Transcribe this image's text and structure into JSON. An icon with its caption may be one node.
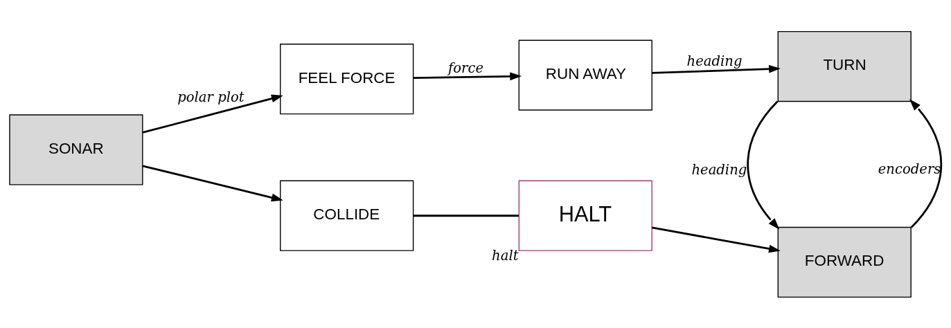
{
  "diagram": {
    "nodes": [
      {
        "text": [
          "SONAR"
        ]
      },
      {
        "text": [
          "FEEL FORCE"
        ]
      },
      {
        "text": [
          "RUN AWAY"
        ]
      },
      {
        "text": [
          "TURN"
        ]
      },
      {
        "text": [
          "COLLIDE"
        ]
      },
      {
        "text": [
          "HALT"
        ],
        "beside": [
          "halt"
        ]
      },
      {
        "text": [
          "FORWARD"
        ]
      }
    ],
    "edges": [
      {
        "from": 0,
        "to": 1,
        "arrow": "to",
        "label": "polar plot"
      },
      {
        "from": 0,
        "to": 4,
        "arrow": "to"
      },
      {
        "from": 1,
        "to": 2,
        "arrow": "to",
        "label": "force"
      },
      {
        "from": 2,
        "to": 3,
        "arrow": "to",
        "label": "heading"
      },
      {
        "from": 3,
        "to": 6,
        "arrow": "to",
        "label": "heading"
      },
      {
        "from": 6,
        "to": 3,
        "arrow": "to",
        "label": "encoders"
      },
      {
        "from": 4,
        "to": 5,
        "arrow": "none"
      },
      {
        "from": 5,
        "to": 6,
        "arrow": "to"
      }
    ]
  }
}
